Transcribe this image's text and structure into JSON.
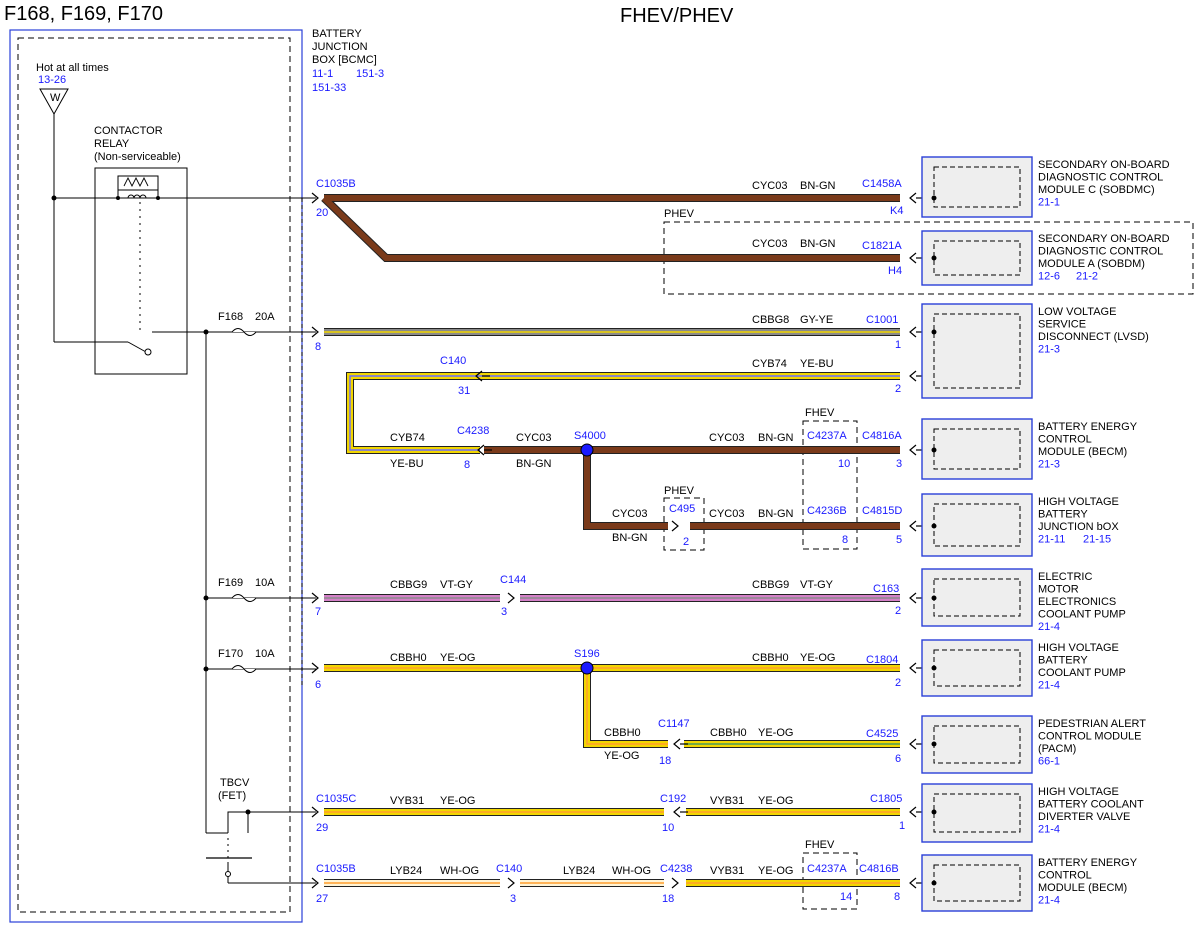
{
  "header": {
    "fuses_title": "F168, F169, F170",
    "variant_title": "FHEV/PHEV"
  },
  "left_box": {
    "hot_label": "Hot at all times",
    "hot_ref": "13-26",
    "source_letter": "W",
    "relay_label_1": "CONTACTOR",
    "relay_label_2": "RELAY",
    "relay_label_3": "(Non-serviceable)",
    "tbcv_1": "TBCV",
    "tbcv_2": "(FET)",
    "fuses": [
      {
        "name": "F168",
        "rating": "20A"
      },
      {
        "name": "F169",
        "rating": "10A"
      },
      {
        "name": "F170",
        "rating": "10A"
      }
    ]
  },
  "bjb": {
    "l1": "BATTERY",
    "l2": "JUNCTION",
    "l3": "BOX [BCMC]",
    "ref1": "11-1",
    "ref2": "151-3",
    "ref3": "151-33"
  },
  "variant_tags": {
    "phev": "PHEV",
    "fhev": "FHEV"
  },
  "wires": [
    {
      "circuit": "CYC03",
      "color": "BN-GN"
    },
    {
      "circuit": "CBBG8",
      "color": "GY-YE"
    },
    {
      "circuit": "CYB74",
      "color": "YE-BU"
    },
    {
      "circuit": "CBBG9",
      "color": "VT-GY"
    },
    {
      "circuit": "CBBH0",
      "color": "YE-OG"
    },
    {
      "circuit": "VYB31",
      "color": "YE-OG"
    },
    {
      "circuit": "LYB24",
      "color": "WH-OG"
    }
  ],
  "connectors": {
    "C1035B": "C1035B",
    "C1035C": "C1035C",
    "C1458A": "C1458A",
    "C1821A": "C1821A",
    "C1001": "C1001",
    "C140": "C140",
    "C4238": "C4238",
    "S4000": "S4000",
    "C4237A": "C4237A",
    "C4816A": "C4816A",
    "C495": "C495",
    "C4236B": "C4236B",
    "C4815D": "C4815D",
    "C144": "C144",
    "C163": "C163",
    "S196": "S196",
    "C1804": "C1804",
    "C1147": "C1147",
    "C4525": "C4525",
    "C192": "C192",
    "C1805": "C1805",
    "C4816B": "C4816B"
  },
  "pins": {
    "p20": "20",
    "K4": "K4",
    "H4": "H4",
    "p8": "8",
    "p1": "1",
    "p31": "31",
    "p2": "2",
    "p10": "10",
    "p3": "3",
    "p5": "5",
    "p7": "7",
    "p6": "6",
    "p18": "18",
    "p29": "29",
    "p27": "27",
    "p14": "14"
  },
  "modules": [
    {
      "lines": [
        "SECONDARY ON-BOARD",
        "DIAGNOSTIC CONTROL",
        "MODULE C (SOBDMC)"
      ],
      "refs": [
        "21-1"
      ]
    },
    {
      "lines": [
        "SECONDARY ON-BOARD",
        "DIAGNOSTIC CONTROL",
        "MODULE A (SOBDM)"
      ],
      "refs": [
        "12-6",
        "21-2"
      ]
    },
    {
      "lines": [
        "LOW VOLTAGE",
        "SERVICE",
        "DISCONNECT (LVSD)"
      ],
      "refs": [
        "21-3"
      ]
    },
    {
      "lines": [
        "BATTERY ENERGY",
        "CONTROL",
        "MODULE (BECM)"
      ],
      "refs": [
        "21-3"
      ]
    },
    {
      "lines": [
        "HIGH VOLTAGE",
        "BATTERY",
        "JUNCTION bOX"
      ],
      "refs": [
        "21-11",
        "21-15"
      ]
    },
    {
      "lines": [
        "ELECTRIC",
        "MOTOR",
        "ELECTRONICS",
        "COOLANT PUMP"
      ],
      "refs": [
        "21-4"
      ]
    },
    {
      "lines": [
        "HIGH VOLTAGE",
        "BATTERY",
        "COOLANT PUMP"
      ],
      "refs": [
        "21-4"
      ]
    },
    {
      "lines": [
        "PEDESTRIAN ALERT",
        "CONTROL MODULE",
        "(PACM)"
      ],
      "refs": [
        "66-1"
      ]
    },
    {
      "lines": [
        "HIGH VOLTAGE",
        "BATTERY COOLANT",
        "DIVERTER VALVE"
      ],
      "refs": [
        "21-4"
      ]
    },
    {
      "lines": [
        "BATTERY ENERGY",
        "CONTROL",
        "MODULE (BECM)"
      ],
      "refs": [
        "21-4"
      ]
    }
  ],
  "colors": {
    "brown": "#7a3a1a",
    "yellow": "#f2d600",
    "violet": "#d480c8",
    "grey": "#8a8a8a",
    "blue_text": "#1a1aff",
    "module_fill": "#eeeeee"
  }
}
